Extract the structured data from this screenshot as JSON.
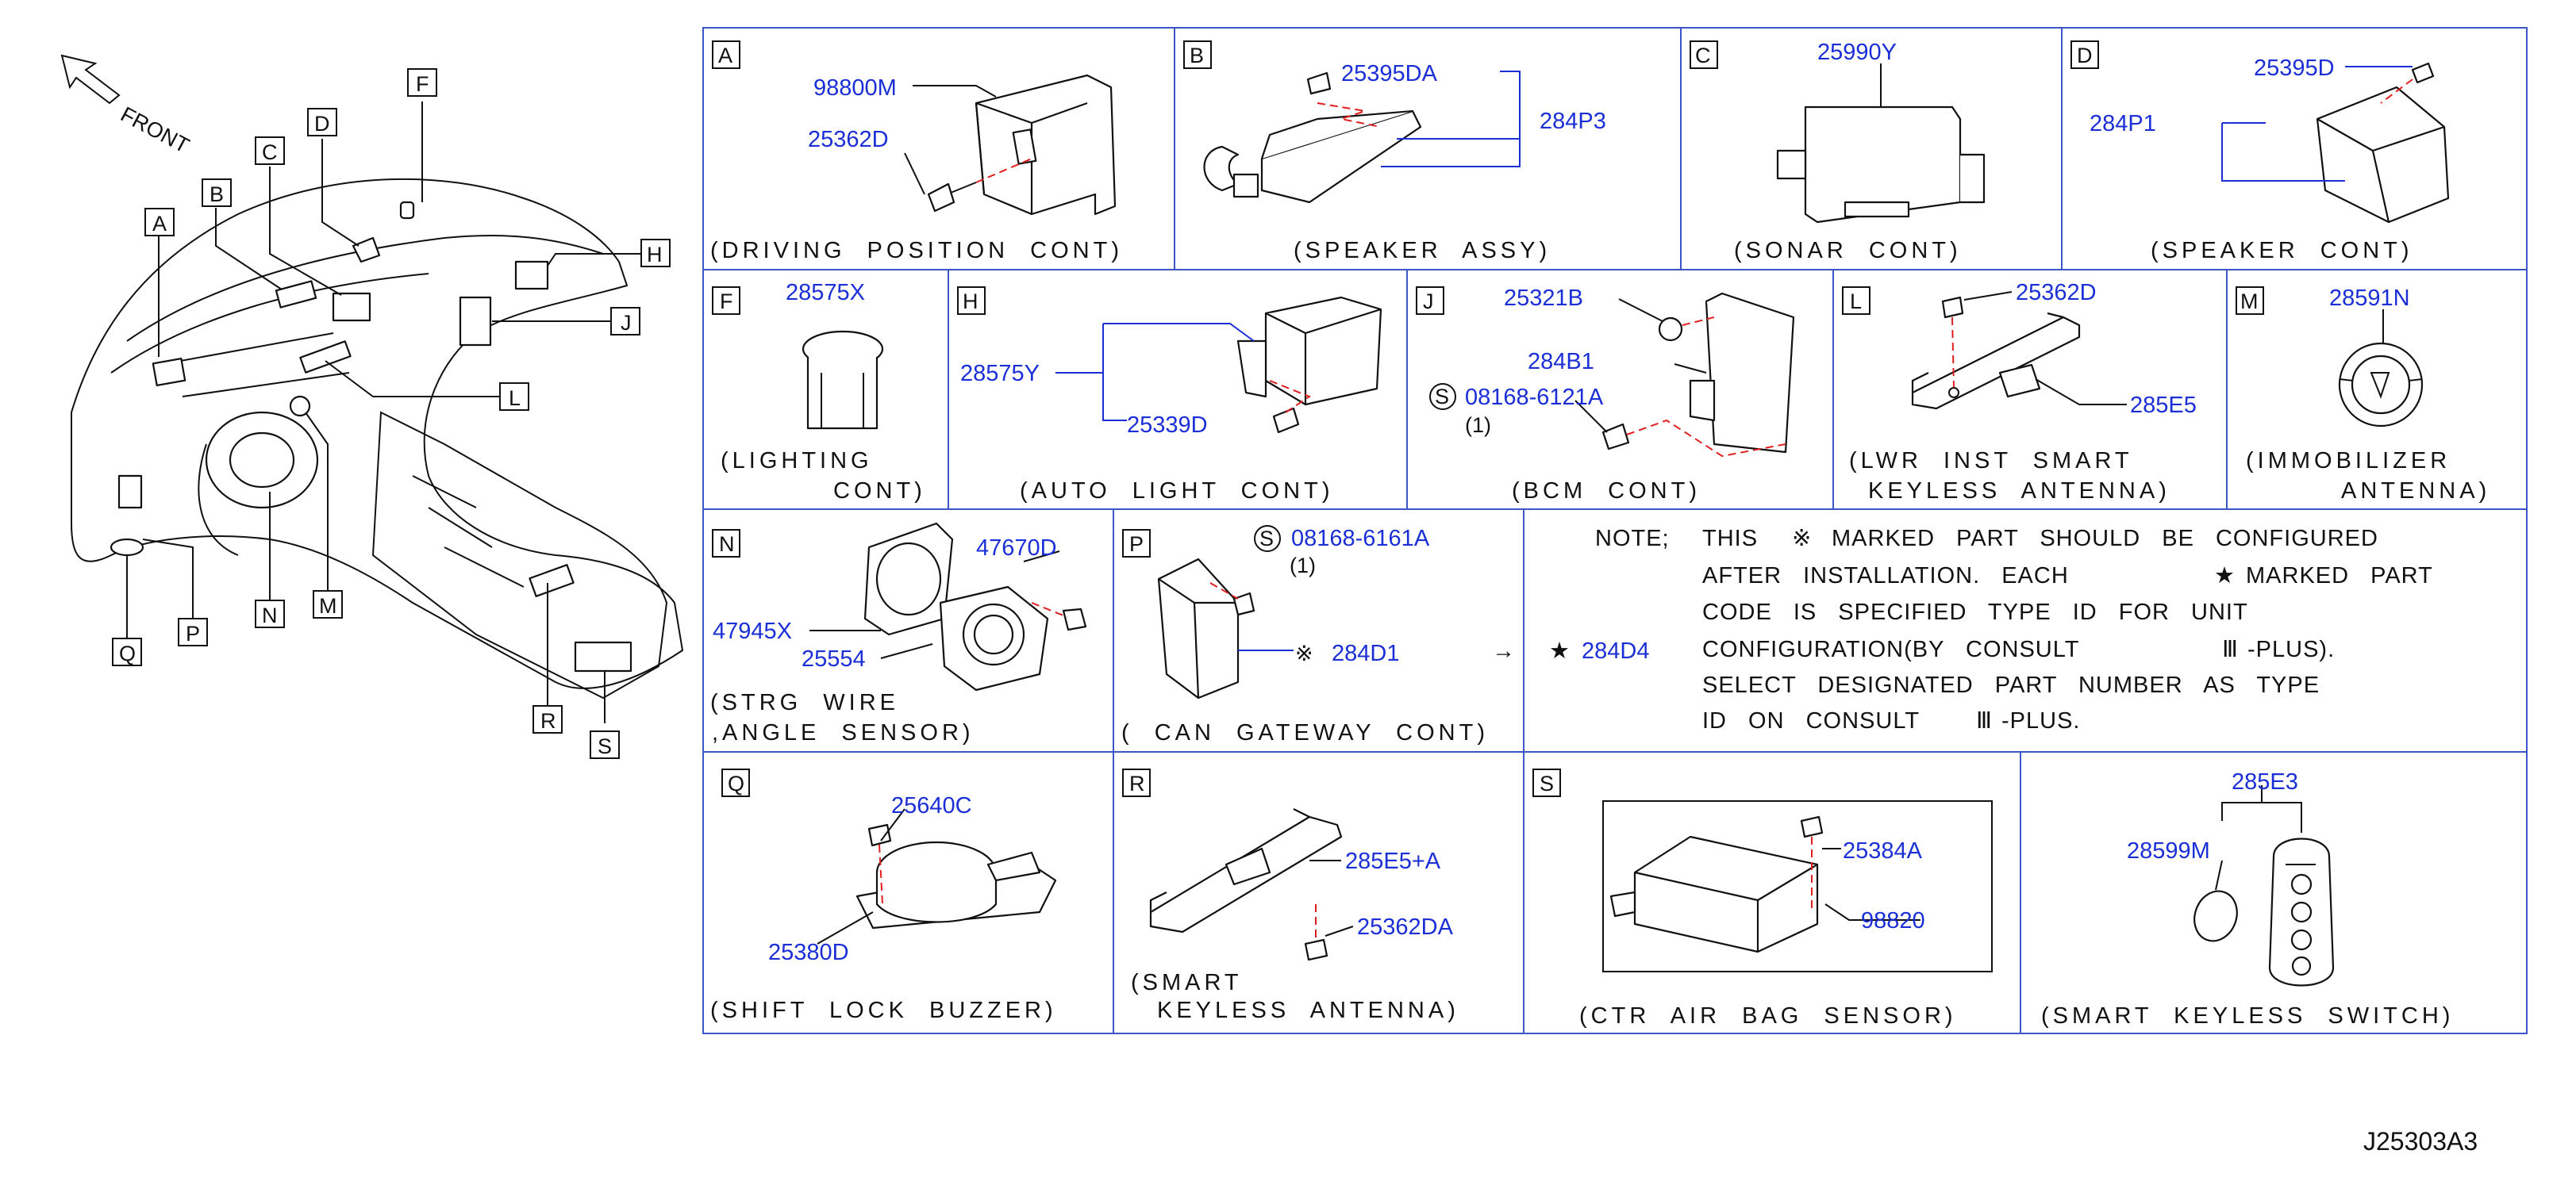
{
  "overview": {
    "front_label": "FRONT",
    "callouts": [
      "A",
      "B",
      "C",
      "D",
      "F",
      "H",
      "J",
      "L",
      "N",
      "M",
      "P",
      "Q",
      "R",
      "S"
    ]
  },
  "panels": {
    "A": {
      "letter": "A",
      "caption": "(DRIVING  POSITION  CONT)",
      "parts": [
        "98800M",
        "25362D"
      ]
    },
    "B": {
      "letter": "B",
      "caption": "(SPEAKER  ASSY)",
      "parts": [
        "25395DA",
        "284P3"
      ]
    },
    "C": {
      "letter": "C",
      "caption": "(SONAR  CONT)",
      "parts": [
        "25990Y"
      ]
    },
    "D": {
      "letter": "D",
      "caption": "(SPEAKER  CONT)",
      "parts": [
        "25395D",
        "284P1"
      ]
    },
    "F": {
      "letter": "F",
      "caption_1": "(LIGHTING",
      "caption_2": "CONT)",
      "parts": [
        "28575X"
      ]
    },
    "H": {
      "letter": "H",
      "caption": "(AUTO  LIGHT  CONT)",
      "parts": [
        "28575Y",
        "25339D"
      ]
    },
    "J": {
      "letter": "J",
      "caption": "(BCM  CONT)",
      "parts": [
        "25321B",
        "284B1",
        "08168-6121A"
      ],
      "s_mark": "S",
      "qty": "(1)"
    },
    "L": {
      "letter": "L",
      "caption_1": "(LWR  INST  SMART",
      "caption_2": "KEYLESS  ANTENNA)",
      "parts": [
        "25362D",
        "285E5"
      ]
    },
    "M": {
      "letter": "M",
      "caption_1": "(IMMOBILIZER",
      "caption_2": "ANTENNA)",
      "parts": [
        "28591N"
      ]
    },
    "N": {
      "letter": "N",
      "caption_1": "(STRG  WIRE",
      "caption_2": ",ANGLE  SENSOR)",
      "parts": [
        "47670D",
        "47945X",
        "25554"
      ]
    },
    "P": {
      "letter": "P",
      "caption": "( CAN  GATEWAY  CONT)",
      "parts": [
        "08168-6161A",
        "284D1"
      ],
      "s_mark": "S",
      "qty": "(1)",
      "kome": "※"
    },
    "Q": {
      "letter": "Q",
      "caption": "(SHIFT  LOCK  BUZZER)",
      "parts": [
        "25640C",
        "25380D"
      ]
    },
    "R": {
      "letter": "R",
      "caption_1": "(SMART",
      "caption_2": "KEYLESS  ANTENNA)",
      "parts": [
        "285E5+A",
        "25362DA"
      ]
    },
    "S": {
      "letter": "S",
      "caption": "(CTR  AIR  BAG  SENSOR)",
      "parts": [
        "25384A",
        "98820"
      ]
    },
    "T": {
      "caption": "(SMART  KEYLESS  SWITCH)",
      "parts": [
        "285E3",
        "28599M"
      ]
    }
  },
  "note": {
    "lead": "NOTE;",
    "line1_a": "THIS",
    "kome": "※",
    "line1_b": "MARKED  PART  SHOULD  BE  CONFIGURED",
    "line2_a": "AFTER  INSTALLATION.  EACH",
    "star": "★",
    "line2_b": "MARKED  PART",
    "line3": "CODE  IS  SPECIFIED       TYPE  ID  FOR  UNIT",
    "line4_a": "CONFIGURATION(BY  CONSULT",
    "roman": "Ⅲ",
    "line4_b": "-PLUS).",
    "line5": "SELECT  DESIGNATED  PART  NUMBER  AS  TYPE",
    "line6_a": "ID  ON  CONSULT",
    "line6_b": "-PLUS.",
    "arrow": "→",
    "starred_part": "284D4"
  },
  "diagram_id": "J25303A3",
  "colors": {
    "part_number": "#1b2fd6",
    "grid": "#3c55c8",
    "leader_dashed": "#e02020",
    "ink": "#111111"
  }
}
